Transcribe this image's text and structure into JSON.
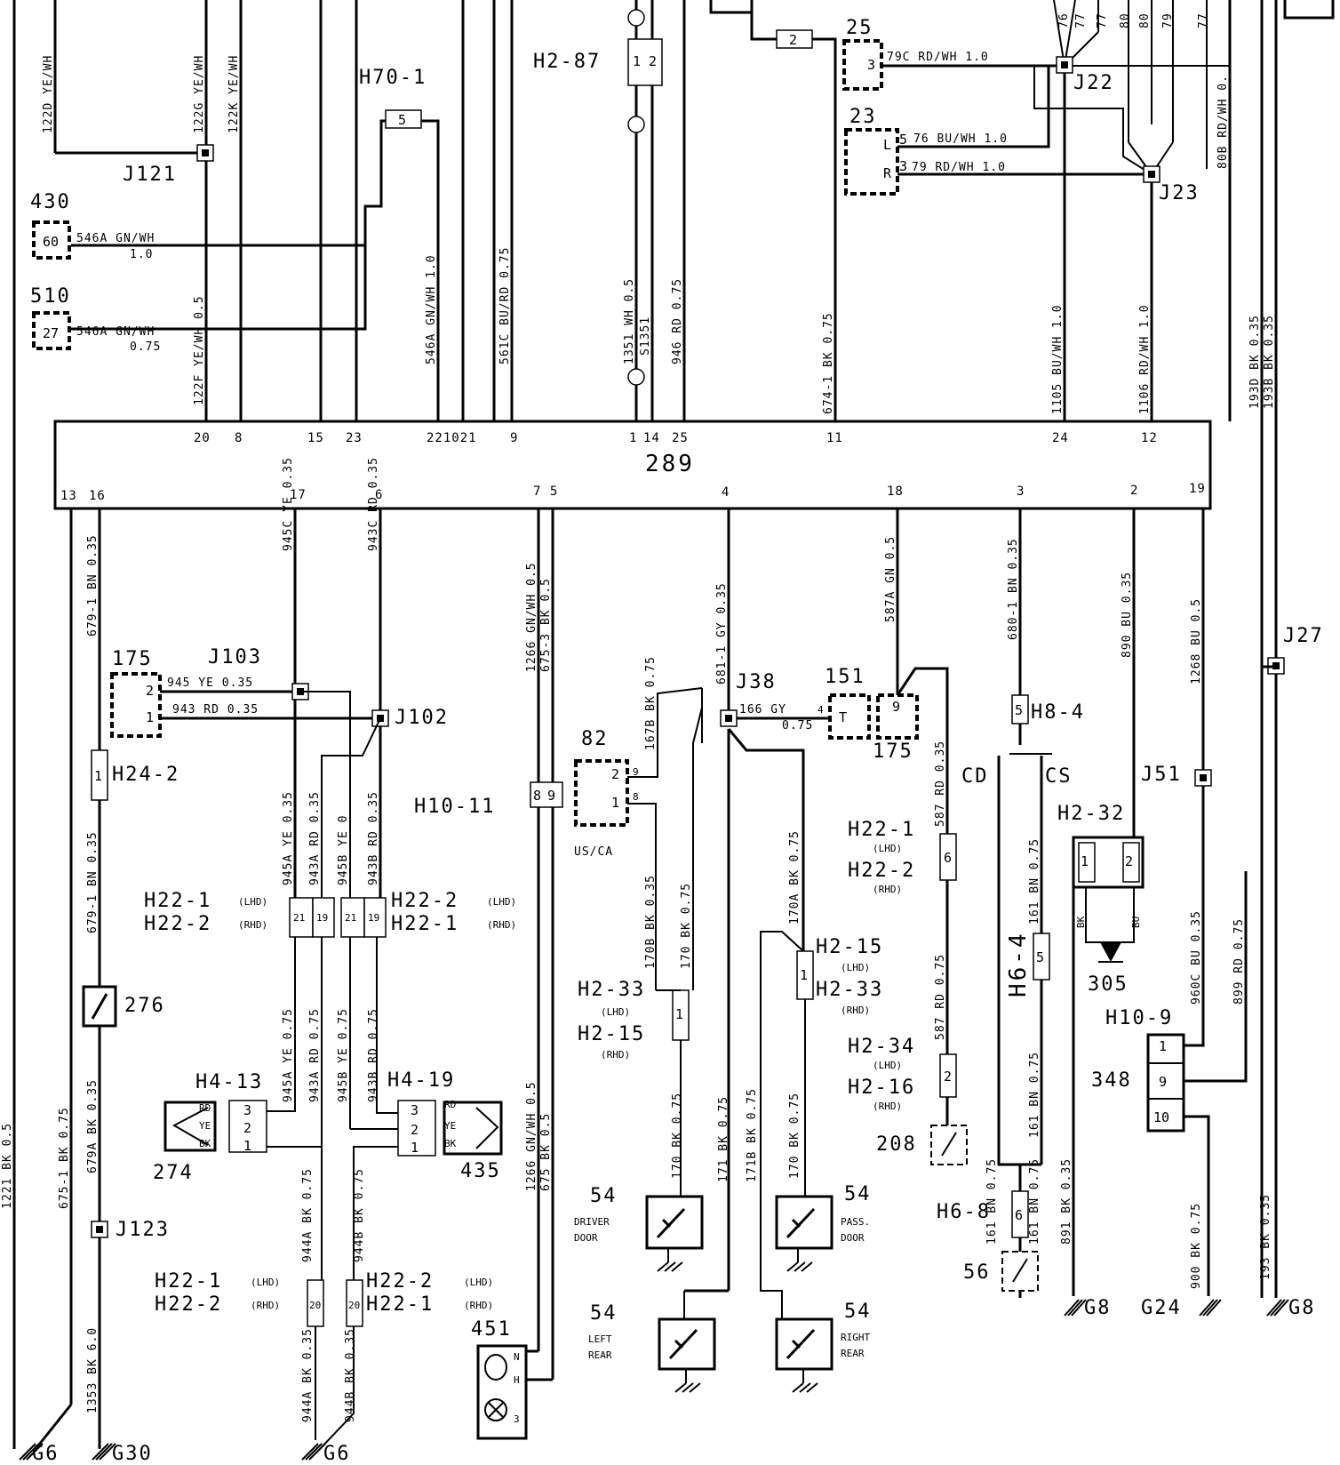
{
  "module": {
    "id": "289",
    "top_pins": [
      "20",
      "8",
      "15",
      "23",
      "221021",
      "9",
      "1",
      "14",
      "25",
      "11",
      "24",
      "12"
    ],
    "bottom_pins": [
      "13",
      "16",
      "17",
      "6",
      "75",
      "4",
      "18",
      "3",
      "2",
      "19"
    ]
  },
  "components": {
    "c430": "430",
    "c510": "510",
    "c175a": "175",
    "c175b": "175",
    "c82": "82",
    "c151": "151",
    "c25": "25",
    "c23": "23",
    "c276": "276",
    "c274": "274",
    "c435": "435",
    "c451": "451",
    "c305": "305",
    "c348": "348",
    "c208": "208",
    "c56": "56",
    "c54a": "54",
    "c54b": "54",
    "c54c": "54",
    "c54d": "54"
  },
  "splices": {
    "j121": "J121",
    "j103": "J103",
    "j102": "J102",
    "j38": "J38",
    "j22": "J22",
    "j23": "J23",
    "j27": "J27",
    "j51": "J51",
    "j123": "J123"
  },
  "connectors": {
    "h70_1": "H70-1",
    "h2_87": "H2-87",
    "h24_2": "H24-2",
    "h10_11": "H10-11",
    "h8_4": "H8-4",
    "h6_4": "H6-4",
    "h6_8": "H6-8",
    "h2_32": "H2-32",
    "h10_9": "H10-9",
    "h22_1_lhd": "H22-1",
    "h22_2_rhd": "H22-2",
    "h22_2_lhd": "H22-2",
    "h22_1_rhd": "H22-1",
    "h4_13": "H4-13",
    "h4_19": "H4-19",
    "h2_33": "H2-33",
    "h2_15": "H2-15",
    "h2_15b": "H2-15",
    "h2_33b": "H2-33",
    "h22_1b": "H22-1",
    "h22_2b": "H22-2",
    "h2_34": "H2-34",
    "h2_16": "H2-16",
    "h22_1c": "H22-1",
    "h22_2c": "H22-2",
    "h22_2d": "H22-2",
    "h22_1d": "H22-1"
  },
  "qualifiers": {
    "lhd": "(LHD)",
    "rhd": "(RHD)",
    "us_ca": "US/CA",
    "cd": "CD",
    "cs": "CS"
  },
  "grounds": {
    "g6a": "G6",
    "g30": "G30",
    "g6b": "G6",
    "g8a": "G8",
    "g24": "G24",
    "g8b": "G8"
  },
  "door_labels": {
    "driver": "DRIVER",
    "door": "DOOR",
    "pass": "PASS.",
    "door2": "DOOR",
    "left": "LEFT",
    "rear": "REAR",
    "right": "RIGHT",
    "rear2": "REAR"
  },
  "wires": {
    "w122d": "122D YE/WH",
    "w122g": "122G YE/WH",
    "w122k": "122K YE/WH",
    "w122f": "122F YE/WH 0.5",
    "w546a_430": "546A GN/WH",
    "w546a_430s": "1.0",
    "w546a_510": "546A GN/WH",
    "w546a_510s": "0.75",
    "w546a": "546A GN/WH 1.0",
    "w561c": "561C BU/RD 0.75",
    "w1351": "1351 WH 0.5",
    "ws1351": "S1351",
    "w946": "946 RD 0.75",
    "w674": "674-1 BK 0.75",
    "w79c": "79C RD/WH 1.0",
    "w76": "76 BU/WH 1.0",
    "w79": "79 RD/WH 1.0",
    "w1105": "1105 BU/WH 1.0",
    "w1106": "1106 RD/WH 1.0",
    "w80b": "80B RD/WH 0.",
    "w193d": "193D BK 0.35",
    "w193b": "193B BK 0.35",
    "t76": "76",
    "t77a": "77",
    "t77b": "77",
    "t80a": "80",
    "t80b": "80",
    "t79": "79",
    "t77c": "77",
    "t0": "0.",
    "w1221": "1221 BK 0.5",
    "w675_1": "675-1 BK 0.75",
    "w679_1": "679-1 BN 0.35",
    "w679_1b": "679-1 BN 0.35",
    "w679a": "679A BK 0.35",
    "w1353": "1353 BK 6.0",
    "w945": "945 YE 0.35",
    "w943": "943 RD 0.35",
    "w945c": "945C YE 0.35",
    "w943c": "943C RD 0.35",
    "w945a": "945A YE 0.35",
    "w943a": "943A RD 0.35",
    "w945b": "945B YE 0",
    "w943b": "943B RD 0.35",
    "w945a2": "945A YE 0.75",
    "w943a2": "943A RD 0.75",
    "w945b2": "945B YE 0.75",
    "w943b2": "943B RD 0.75",
    "w944a": "944A BK 0.75",
    "w944b": "944B BK 0.75",
    "w944a2": "944A BK 0.35",
    "w944b2": "944B BK 0.35",
    "w1266": "1266 GN/WH 0.5",
    "w675_3": "675-3 BK 0.5",
    "w1266b": "1266 GN/WH 0.5",
    "w675": "675 BK 0.5",
    "w167b": "167B BK 0.75",
    "w170b": "170B BK 0.35",
    "w170": "170 BK 0.75",
    "w170c": "170 BK 0.75",
    "w681": "681-1 GY 0.35",
    "w166": "166 GY",
    "w166s": "0.75",
    "w171": "171 BK 0.75",
    "w171b": "171B BK 0.75",
    "w170a": "170A BK 0.75",
    "w170d": "170 BK 0.75",
    "w587a": "587A GN 0.5",
    "w587": "587 RD 0.35",
    "w587b": "587 RD 0.75",
    "w680": "680-1 BN 0.35",
    "w161a": "161 BN 0.75",
    "w161b": "161 BN 0.75",
    "w161c": "161 BN 0.75",
    "w161d": "161 BN 0.75",
    "w890": "890 BU 0.35",
    "w891": "891 BK 0.35",
    "w1268": "1268 BU 0.5",
    "w960c": "960C BU 0.35",
    "w899": "899 RD 0.75",
    "w900": "900 BK 0.75",
    "w193": "193 BK 0.35"
  },
  "pins": {
    "p60": "60",
    "p27": "27",
    "p5": "5",
    "p3": "3",
    "pL": "L",
    "pR": "R",
    "p5b": "5",
    "p3b": "3",
    "p2": "2",
    "p1": "1",
    "p2b": "2",
    "p1b": "1",
    "p9": "9",
    "p8": "8",
    "pT": "T",
    "p4": "4",
    "p9b": "9",
    "p21a": "21",
    "p19a": "19",
    "p21b": "21",
    "p19b": "19",
    "p20a": "20",
    "p20b": "20",
    "pRD": "RD",
    "pYE": "YE",
    "pBK": "BK",
    "pRD2": "RD",
    "pYE2": "YE",
    "pBK2": "BK",
    "p3c": "3",
    "p2c": "2",
    "p1c": "1",
    "p3d": "3",
    "p2d": "2",
    "p1d": "1",
    "p8s": "8",
    "p9s": "9",
    "pH87a": "1",
    "pH87b": "2",
    "p1e": "1",
    "p1f": "1",
    "p6": "6",
    "p2e": "2",
    "p5c": "5",
    "p5d": "5",
    "p6b": "6",
    "p1g": "1",
    "p2g": "2",
    "pBKd": "BK",
    "pBUd": "BU",
    "p1h": "1",
    "p9c": "9",
    "p10": "10",
    "p2f": "2",
    "pN": "N",
    "pH": "H",
    "p3e": "3",
    "p24": "2"
  }
}
